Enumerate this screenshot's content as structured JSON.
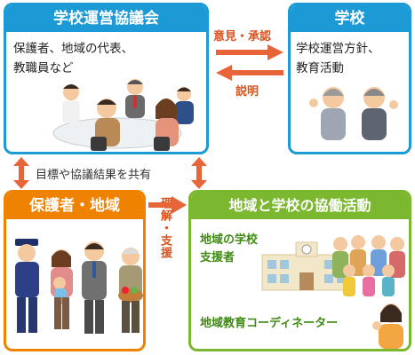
{
  "council": {
    "title": "学校運営協議会",
    "members_line1": "保護者、地域の代表、",
    "members_line2": "教職員など"
  },
  "school": {
    "title": "学校",
    "line1": "学校運営方針、",
    "line2": "教育活動"
  },
  "arrows": {
    "opinion_approval": "意見・承認",
    "explanation": "説明",
    "share": "目標や協議結果を共有",
    "understanding_support": "理解・支援"
  },
  "guardians": {
    "title": "保護者・地域"
  },
  "collab": {
    "title": "地域と学校の協働活動",
    "supporters_line1": "地域の学校",
    "supporters_line2": "支援者",
    "coordinator": "地域教育コーディネーター"
  },
  "colors": {
    "blue": "#1c9ad6",
    "orange": "#ef8200",
    "green": "#7cb82f",
    "arrow": "#e8653a"
  }
}
